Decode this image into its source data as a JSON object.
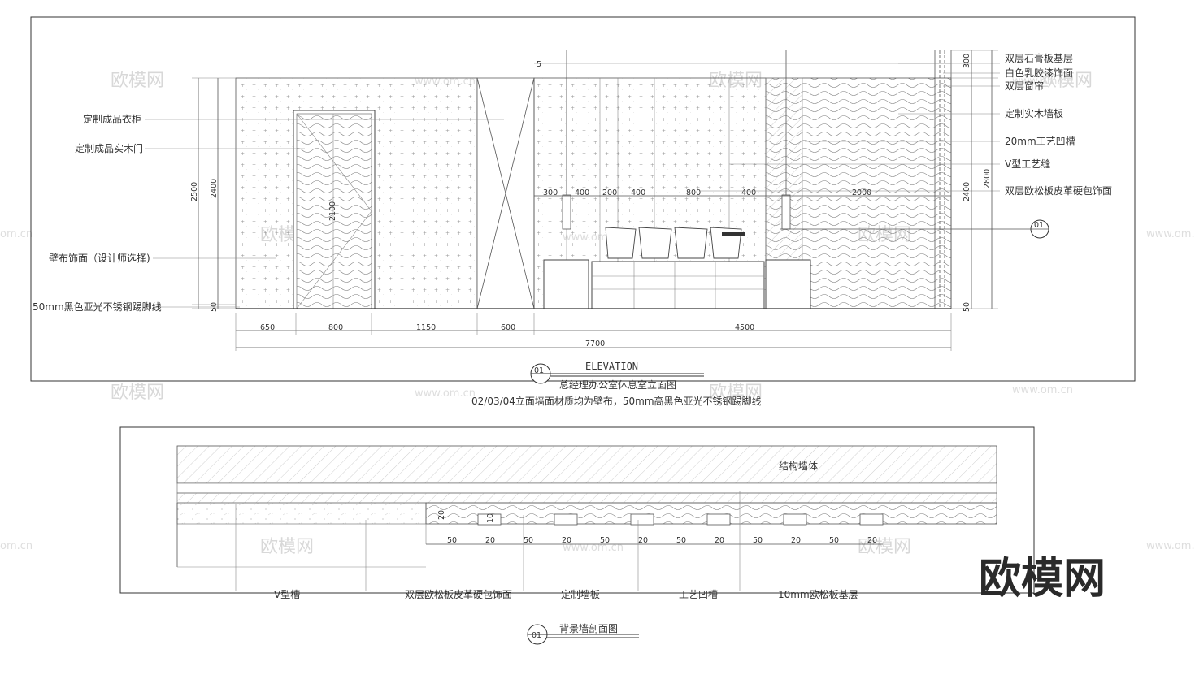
{
  "watermark": {
    "text": "欧模网",
    "url": "www.om.cn",
    "url_short": "om.cn"
  },
  "corner_logo": "欧模网",
  "elevation": {
    "left_labels": [
      "定制成品衣柜",
      "定制成品实木门",
      "壁布饰面（设计师选择)",
      "50mm黑色亚光不锈钢踢脚线"
    ],
    "right_labels": [
      "双层石膏板基层",
      "白色乳胶漆饰面",
      "双层窗帘",
      "定制实木墙板",
      "20mm工艺凹槽",
      "V型工艺缝",
      "双层欧松板皮革硬包饰面"
    ],
    "vertical_dims_left": [
      "2500",
      "2400",
      "50"
    ],
    "door_height": "2100",
    "angle_mark": "5",
    "top_dims": [
      "300",
      "400",
      "200",
      "400",
      "800",
      "400",
      "2000"
    ],
    "vertical_dims_right": [
      "300",
      "2800",
      "2400",
      "50"
    ],
    "bottom_dims": [
      "650",
      "800",
      "1150",
      "600",
      "4500"
    ],
    "total_dim": "7700",
    "callout": "01",
    "title_num": "01",
    "title_en": "ELEVATION",
    "title_cn": "总经理办公室休息室立面图",
    "note": "02/03/04立面墙面材质均为壁布，50mm高黑色亚光不锈钢踢脚线"
  },
  "section": {
    "struct_label": "结构墙体",
    "dims_v": [
      "20",
      "10"
    ],
    "dims_h": [
      "50",
      "20",
      "50",
      "20",
      "50",
      "20",
      "50",
      "20",
      "50",
      "20",
      "50",
      "20"
    ],
    "bottom_labels": [
      "V型槽",
      "双层欧松板皮革硬包饰面",
      "定制墙板",
      "工艺凹槽",
      "10mm欧松板基层"
    ],
    "title_num": "01",
    "title_cn": "背景墙剖面图"
  }
}
